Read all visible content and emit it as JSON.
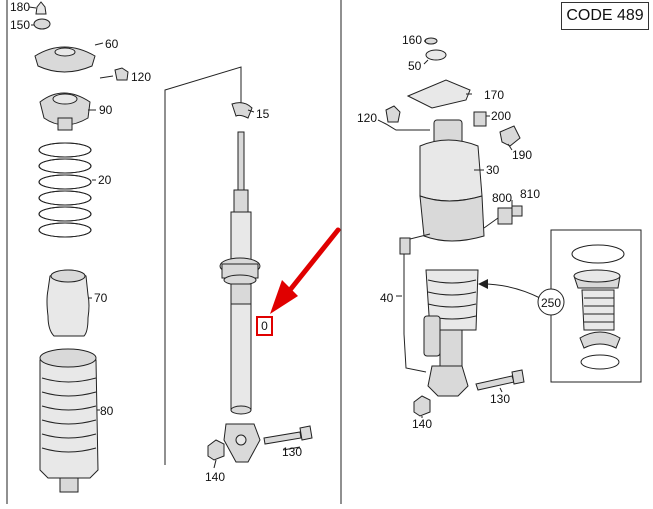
{
  "code_label": "CODE 489",
  "highlight_label": "0",
  "left_assembly_labels": {
    "l180": "180",
    "l150": "150",
    "l60": "60",
    "l120": "120",
    "l90": "90",
    "l20": "20",
    "l70": "70",
    "l80": "80",
    "l15": "15",
    "l140": "140",
    "l130": "130"
  },
  "right_assembly_labels": {
    "l160": "160",
    "l50": "50",
    "l170": "170",
    "l120": "120",
    "l200": "200",
    "l190": "190",
    "l30": "30",
    "l800": "800",
    "l810": "810",
    "l40": "40",
    "l250": "250",
    "l140": "140",
    "l130": "130"
  },
  "colors": {
    "highlight": "#e00000",
    "arrow": "#e00000"
  }
}
